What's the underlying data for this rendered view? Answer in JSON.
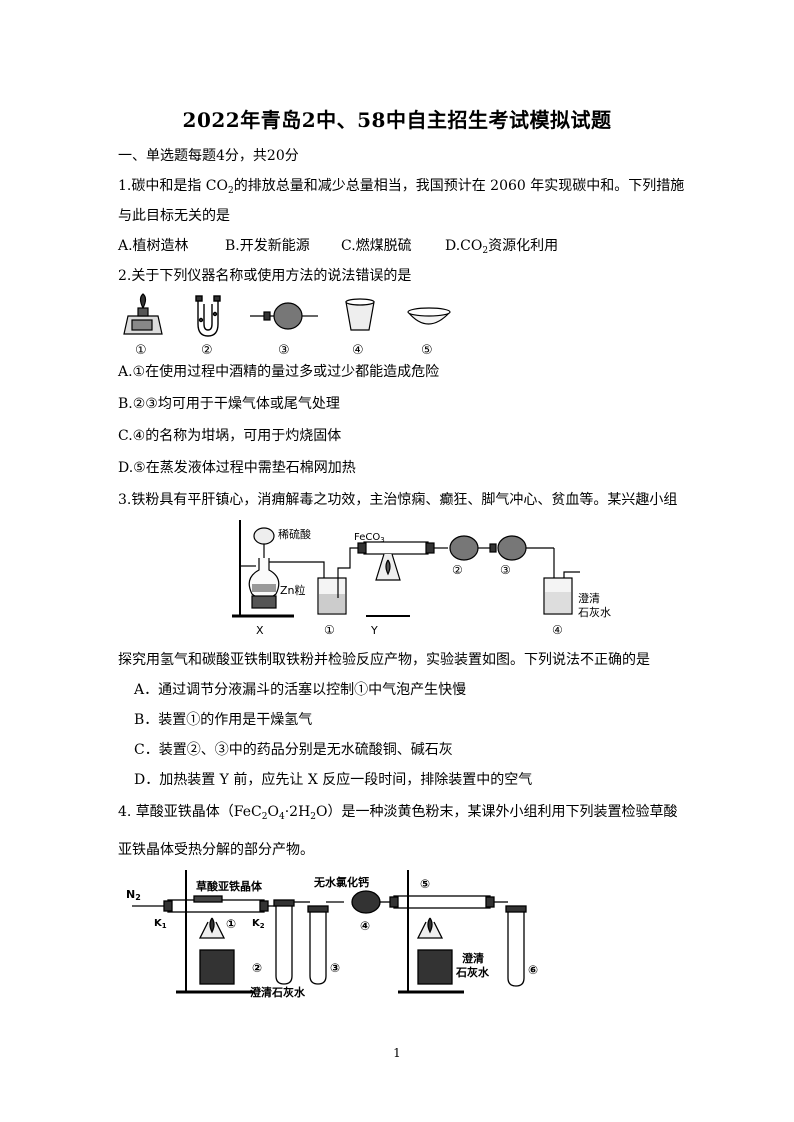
{
  "title": "2022年青岛2中、58中自主招生考试模拟试题",
  "section": "一、单选题每题4分，共20分",
  "q1": {
    "line1_a": "1.碳中和是指 CO",
    "line1_sub": "2",
    "line1_b": "的排放总量和减少总量相当，我国预计在 2060 年实现碳中和。下列措施",
    "line2": "与此目标无关的是",
    "optA": "A.植树造林",
    "optB": "B.开发新能源",
    "optC": "C.燃煤脱硫",
    "optD_a": "D.CO",
    "optD_sub": "2",
    "optD_b": "资源化利用"
  },
  "q2": {
    "stem": "2.关于下列仪器名称或使用方法的说法错误的是",
    "labels": [
      "①",
      "②",
      "③",
      "④",
      "⑤"
    ],
    "optA": "A.①在使用过程中酒精的量过多或过少都能造成危险",
    "optB": "B.②③均可用于干燥气体或尾气处理",
    "optC": "C.④的名称为坩埚，可用于灼烧固体",
    "optD": "D.⑤在蒸发液体过程中需垫石棉网加热"
  },
  "q3": {
    "stem": "3.铁粉具有平肝镇心，消痈解毒之功效，主治惊痫、癫狂、脚气冲心、贫血等。某兴趣小组",
    "fig": {
      "acid": "稀硫酸",
      "feco3_a": "FeCO",
      "feco3_sub": "3",
      "zn": "Zn粒",
      "x": "X",
      "y": "Y",
      "n1": "①",
      "n2": "②",
      "n3": "③",
      "n4": "④",
      "lime1": "澄清",
      "lime2": "石灰水"
    },
    "stem2": "探究用氢气和碳酸亚铁制取铁粉并检验反应产物，实验装置如图。下列说法不正确的是",
    "optA": "A．通过调节分液漏斗的活塞以控制①中气泡产生快慢",
    "optB": "B．装置①的作用是干燥氢气",
    "optC": "C．装置②、③中的药品分别是无水硫酸铜、碱石灰",
    "optD": "D．加热装置 Y 前，应先让 X 反应一段时间，排除装置中的空气"
  },
  "q4": {
    "stem_a": "4. 草酸亚铁晶体（FeC",
    "stem_sub1": "2",
    "stem_b": "O",
    "stem_sub2": "4",
    "stem_c": "·2H",
    "stem_sub3": "2",
    "stem_d": "O）是一种淡黄色粉末，某课外小组利用下列装置检验草酸",
    "line2": "亚铁晶体受热分解的部分产物。",
    "fig": {
      "n2gas_a": "N",
      "n2gas_sub": "2",
      "k1_a": "K",
      "k1_sub": "1",
      "k2_a": "K",
      "k2_sub": "2",
      "crystal": "草酸亚铁晶体",
      "cacl2": "无水氯化钙",
      "n1": "①",
      "n2": "②",
      "n3": "③",
      "n4": "④",
      "n5": "⑤",
      "n6": "⑥",
      "lime_bottom": "澄清石灰水",
      "lime_r1": "澄清",
      "lime_r2": "石灰水"
    }
  },
  "page_number": "1"
}
